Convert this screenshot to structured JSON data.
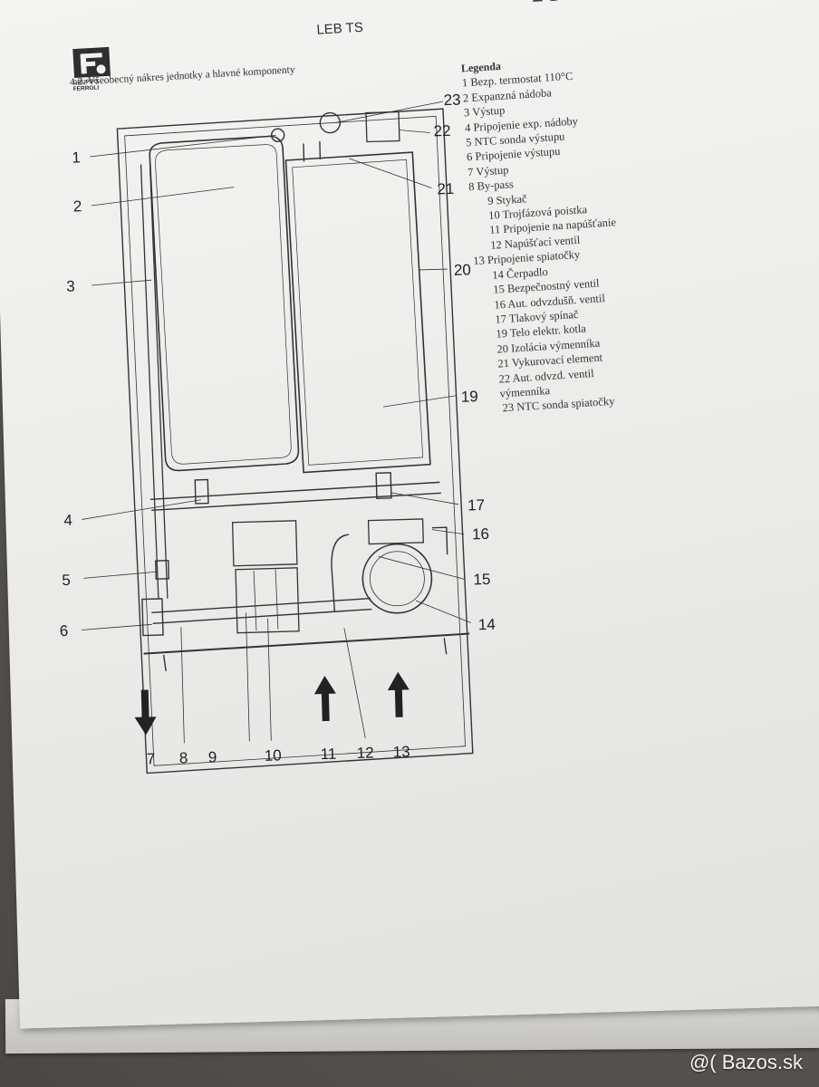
{
  "header": {
    "brand": "ferroli",
    "doc_title": "LEB TS",
    "section": "4.2.   Všeobecný nákres jednotky a hlavné komponenty",
    "logo_letter": "F",
    "logo_text": "GRUPPO FERROLI"
  },
  "legend": {
    "title": "Legenda",
    "items": [
      "1  Bezp. termostat 110°C",
      "2  Expanzná nádoba",
      "3  Výstup",
      "4  Pripojenie exp. nádoby",
      "5  NTC sonda výstupu",
      "6  Pripojenie výstupu",
      "7  Výstup",
      "8  By-pass",
      "9  Stykač",
      "10 Trojfázová poistka",
      "11 Pripojenie na napúšťanie",
      "12 Napúšťací ventil",
      "13 Pripojenie spiatočky",
      "14 Čerpadlo",
      "15 Bezpečnostný ventil",
      "16 Aut. odvzdušň. ventil",
      "17 Tlakový spínač",
      "19 Telo elektr. kotla",
      "20 Izolácia výmenníka",
      "21 Vykurovací element",
      "22 Aut. odvzd. ventil",
      "výmenníka",
      "23 NTC sonda spiatočky"
    ]
  },
  "diagram": {
    "callouts_left": [
      "1",
      "2",
      "3",
      "4",
      "5",
      "6"
    ],
    "callouts_right": [
      "23",
      "22",
      "21",
      "20",
      "19",
      "17",
      "16",
      "15",
      "14"
    ],
    "callouts_bottom": [
      "7",
      "8",
      "9",
      "10",
      "11",
      "12",
      "13"
    ]
  },
  "watermark": "@( Bazos.sk"
}
